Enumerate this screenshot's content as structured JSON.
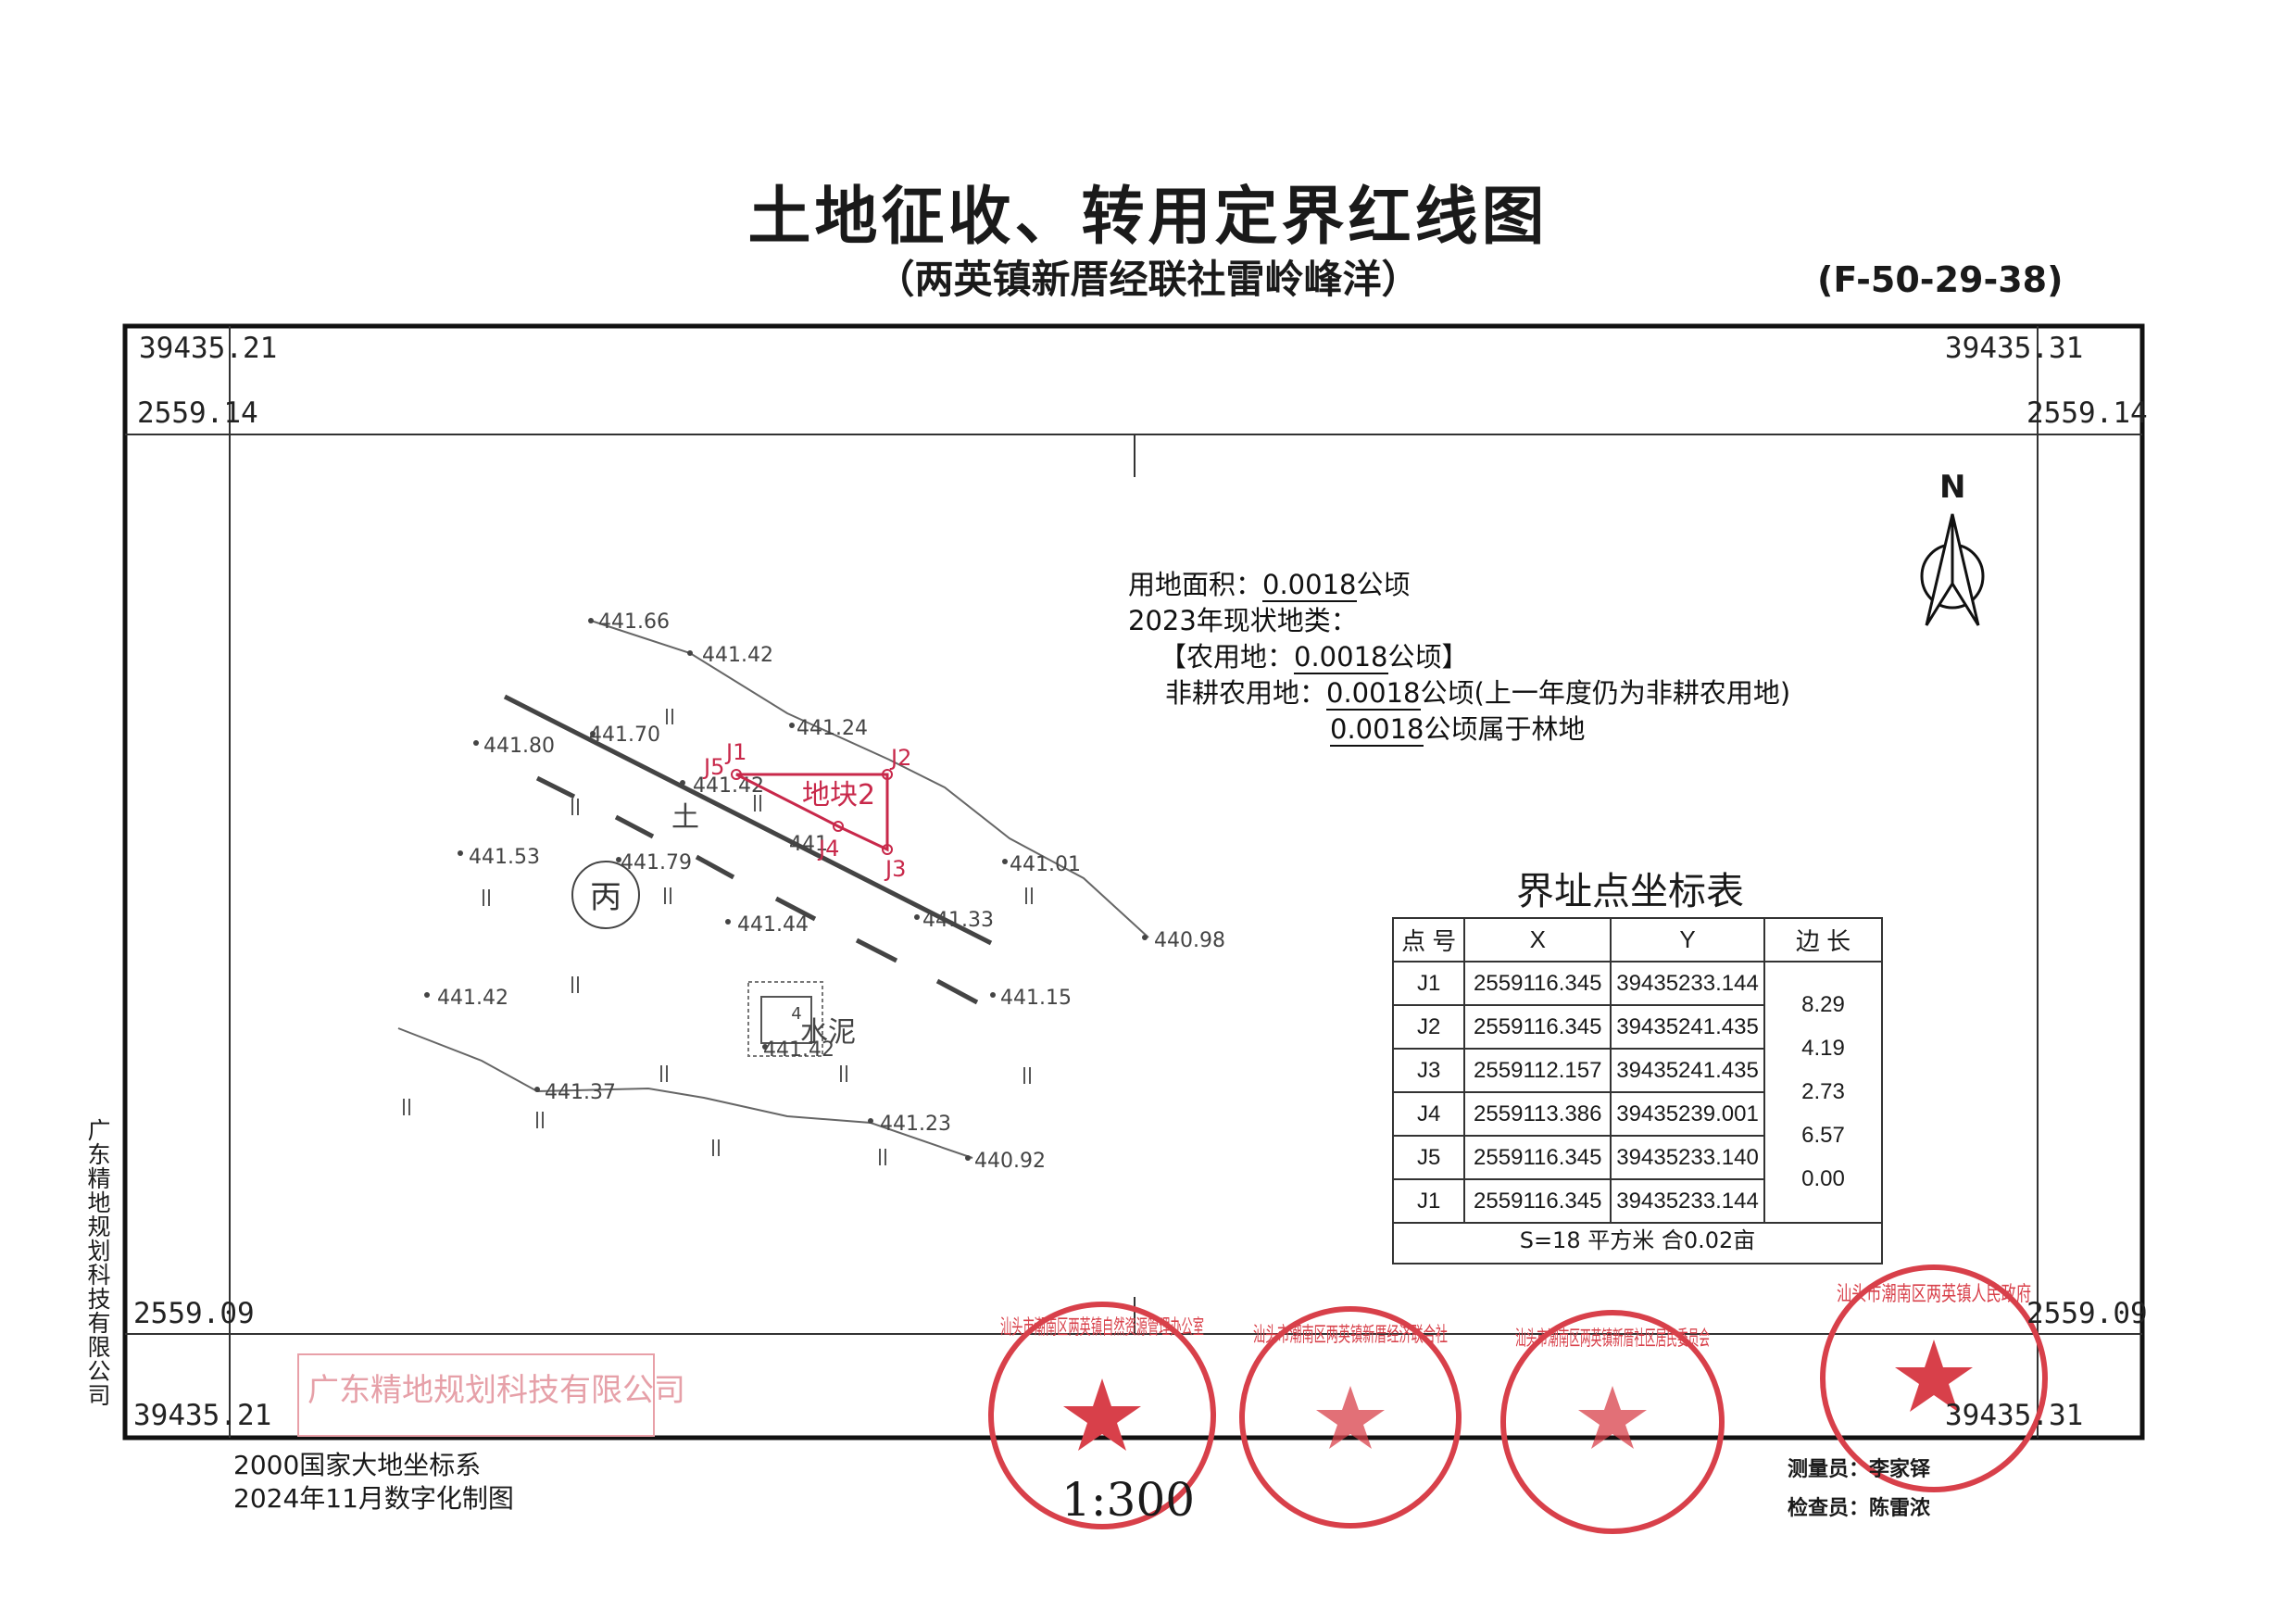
{
  "header": {
    "title": "土地征收、转用定界红线图",
    "subtitle": "（两英镇新厝经联社雷岭峰洋）",
    "sheet_no": "(F-50-29-38)"
  },
  "frame": {
    "top_left_y": "39435.21",
    "top_right_y": "39435.31",
    "top_x": "2559.14",
    "bottom_x": "2559.09",
    "bottom_left_y": "39435.21",
    "bottom_right_y": "39435.31"
  },
  "north": "N",
  "info": {
    "area_label": "用地面积：",
    "area_value": "0.0018",
    "area_unit": "公顷",
    "landtype_label": "2023年现状地类：",
    "agri_open": "【农用地：",
    "agri_value": "0.0018",
    "agri_close": "公顷】",
    "noncrop_label": "非耕农用地：",
    "noncrop_value": "0.0018",
    "noncrop_note": "公顷(上一年度仍为非耕农用地)",
    "forest_value": "0.0018",
    "forest_note": "公顷属于林地"
  },
  "table": {
    "title": "界址点坐标表",
    "headers": [
      "点 号",
      "X",
      "Y",
      "边 长"
    ],
    "rows": [
      {
        "pt": "J1",
        "x": "2559116.345",
        "y": "39435233.144"
      },
      {
        "pt": "J2",
        "x": "2559116.345",
        "y": "39435241.435"
      },
      {
        "pt": "J3",
        "x": "2559112.157",
        "y": "39435241.435"
      },
      {
        "pt": "J4",
        "x": "2559113.386",
        "y": "39435239.001"
      },
      {
        "pt": "J5",
        "x": "2559116.345",
        "y": "39435233.140"
      },
      {
        "pt": "J1",
        "x": "2559116.345",
        "y": "39435233.144"
      }
    ],
    "lengths": [
      "8.29",
      "4.19",
      "2.73",
      "6.57",
      "0.00"
    ],
    "summary": "S=18  平方米  合0.02亩"
  },
  "map": {
    "parcel_label": "地块2",
    "point_labels": [
      "J1",
      "J2",
      "J3",
      "J4",
      "J5"
    ],
    "elevations": [
      "441.66",
      "441.42",
      "441.80",
      "441.70",
      "441.24",
      "441.42",
      "441.53",
      "441.79",
      "441.01",
      "441.33",
      "441.44",
      "440.98",
      "441.42",
      "441.15",
      "441.42",
      "441.37",
      "441.23",
      "440.92",
      "441"
    ],
    "symbol_tu": "土",
    "symbol_bing": "丙",
    "symbol_shuini": "水泥",
    "building_floor": "4"
  },
  "footer": {
    "coord_system": "2000国家大地坐标系",
    "date": "2024年11月数字化制图",
    "scale": "1:300",
    "surveyor_label": "测量员：",
    "surveyor": "李家铎",
    "checker_label": "检查员：",
    "checker": "陈雷浓"
  },
  "side_company": "广东精地规划科技有限公司",
  "stamps": {
    "company_stamp": "广东精地规划科技有限公司",
    "stamp1": "汕头市潮南区两英镇自然资源管理办公室",
    "stamp2": "汕头市潮南区两英镇新厝经济联合社",
    "stamp3": "汕头市潮南区两英镇新厝社区居民委员会",
    "stamp4": "汕头市潮南区两英镇人民政府"
  },
  "colors": {
    "parcel_red": "#c8284a",
    "stamp_red": "#d8404a",
    "ink": "#1a1a1a"
  }
}
